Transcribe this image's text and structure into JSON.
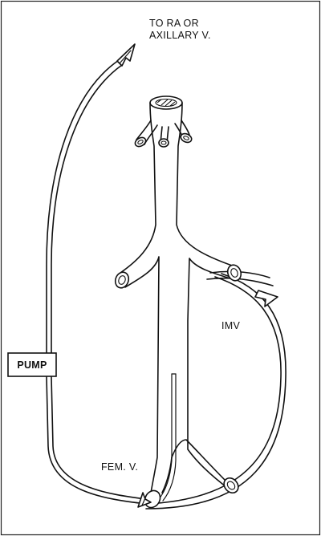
{
  "labels": {
    "destination_line1": "TO RA OR",
    "destination_line2": "AXILLARY V.",
    "imv": "IMV",
    "pump": "PUMP",
    "fem_v": "FEM. V."
  }
}
